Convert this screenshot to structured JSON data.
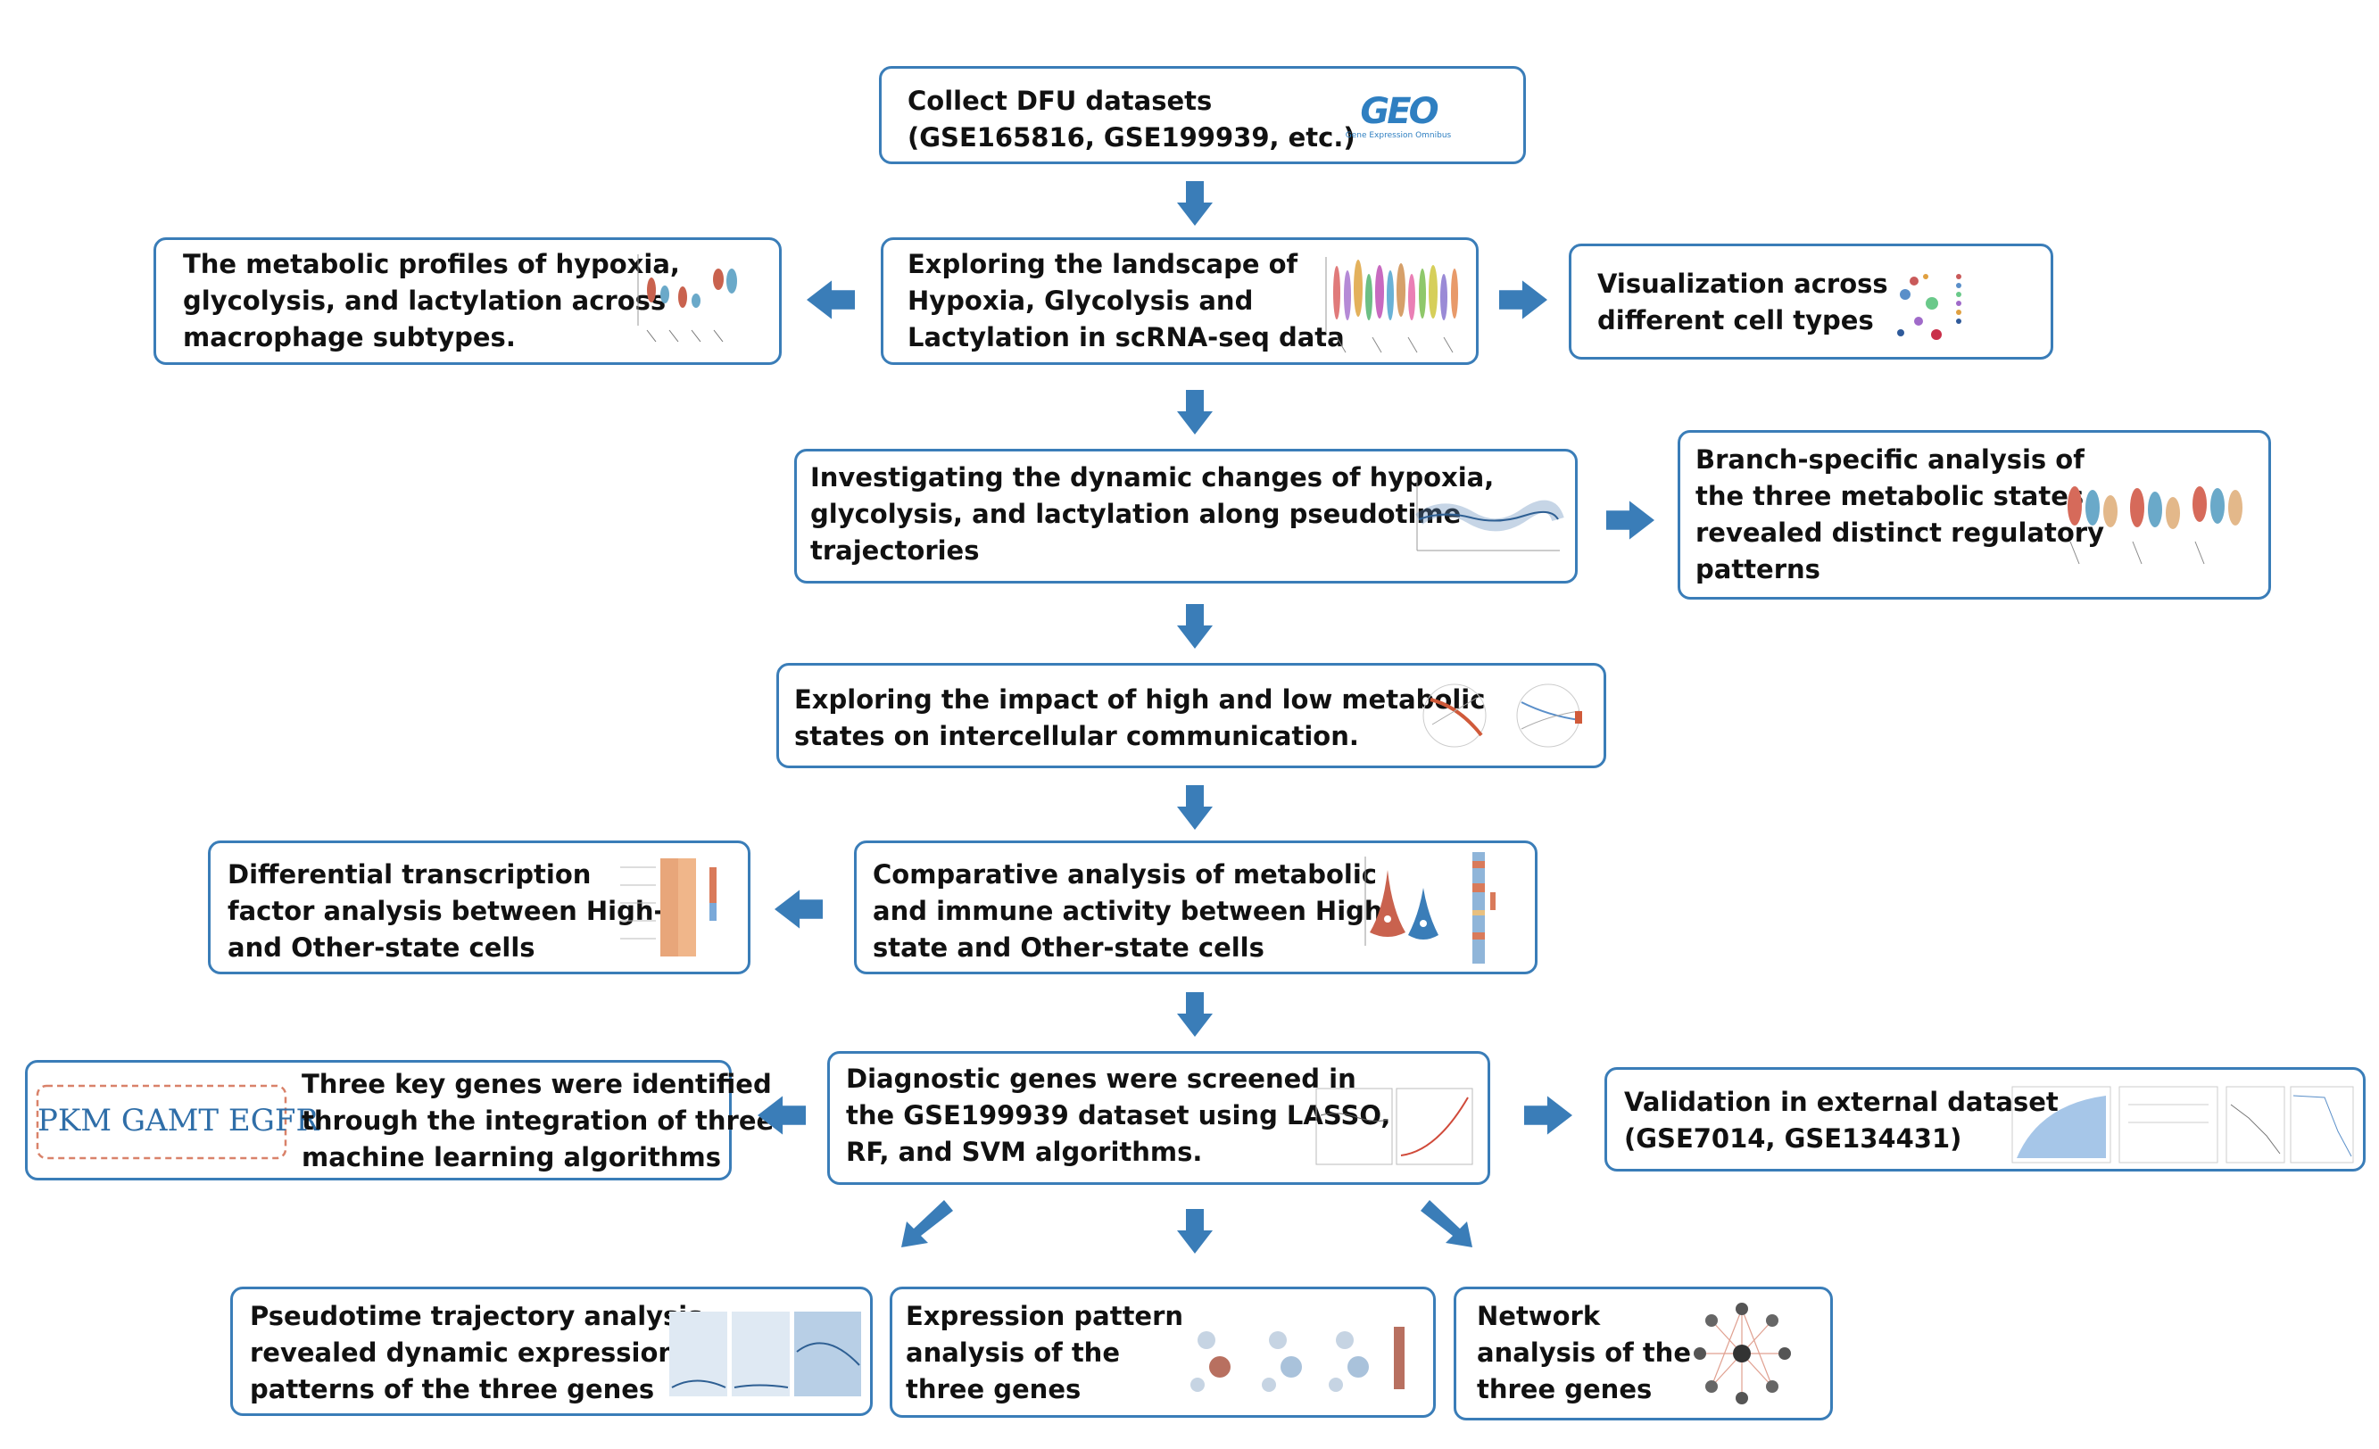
{
  "steps": {
    "collect": {
      "text": "Collect DFU datasets\n(GSE165816, GSE199939, etc.)",
      "logo_mark": "GEO",
      "logo_caption": "Gene Expression Omnibus"
    },
    "landscape": {
      "text": "Exploring the landscape of\nHypoxia,  Glycolysis and\nLactylation in scRNA-seq data"
    },
    "macrophage": {
      "text": "The metabolic profiles of hypoxia,\nglycolysis, and lactylation across\nmacrophage subtypes."
    },
    "visualization": {
      "text": "Visualization across\ndifferent cell types"
    },
    "pseudotime": {
      "text": "Investigating the dynamic changes of hypoxia,\nglycolysis, and lactylation along pseudotime\ntrajectories"
    },
    "branch": {
      "text": "Branch-specific analysis of\nthe three metabolic states\nrevealed distinct regulatory\npatterns"
    },
    "communication": {
      "text": "Exploring the impact of high and low metabolic\nstates on intercellular communication."
    },
    "comparative": {
      "text": "Comparative analysis of metabolic\nand immune activity between High-\nstate and Other-state cells"
    },
    "tf": {
      "text": "Differential transcription\nfactor analysis between High-\nand Other-state cells"
    },
    "diagnostic": {
      "text": "Diagnostic genes were screened in\nthe GSE199939 dataset using LASSO,\nRF, and SVM algorithms."
    },
    "keygenes": {
      "text": "Three key genes were identified\nthrough the integration of three\nmachine learning algorithms",
      "genes": "PKM GAMT EGFR"
    },
    "validation": {
      "text": "Validation in external dataset\n(GSE7014, GSE134431)"
    },
    "traj_genes": {
      "text": "Pseudotime trajectory analysis\nrevealed dynamic expression\npatterns of the three genes"
    },
    "expression": {
      "text": "Expression pattern\nanalysis of the\nthree genes"
    },
    "network": {
      "text": "Network\nanalysis of the\nthree genes"
    }
  },
  "colors": {
    "border": "#3a7db8",
    "arrow": "#3a7db8",
    "gene_box": "#d9826a",
    "gene_text": "#2f6ea8"
  },
  "icons": [
    "arrow-down",
    "arrow-left",
    "arrow-right",
    "arrow-diagonal"
  ]
}
